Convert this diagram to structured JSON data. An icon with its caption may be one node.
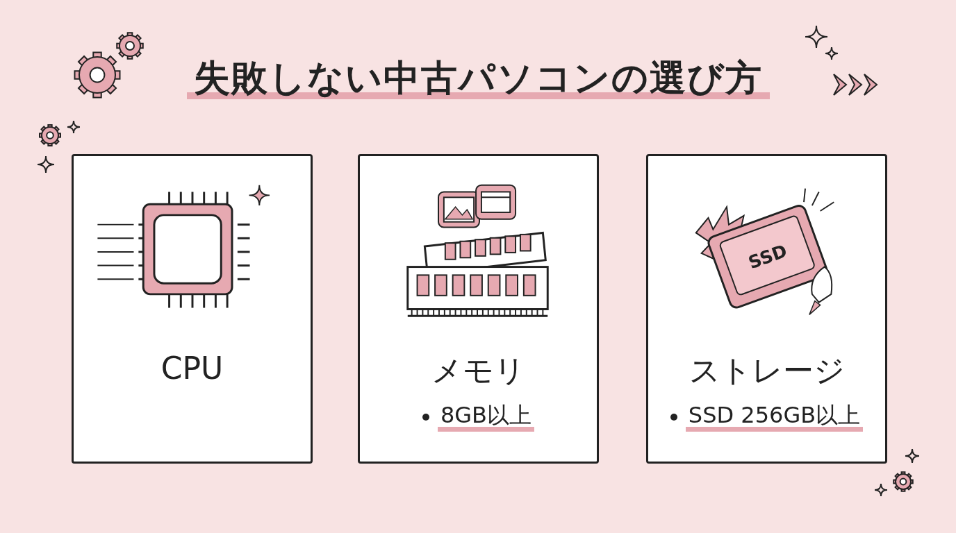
{
  "diagram": {
    "title": "失敗しない中古パソコンの選び方",
    "nodes": [
      {
        "text": [
          "CPU"
        ]
      },
      {
        "text": [
          "メモリ",
          "8GB以上"
        ]
      },
      {
        "text": [
          "ストレージ",
          "SSD 256GB以上"
        ]
      }
    ],
    "labels": [
      "SSD"
    ]
  }
}
